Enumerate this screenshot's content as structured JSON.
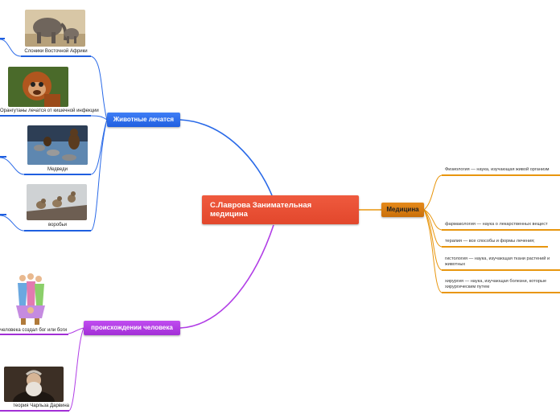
{
  "central": {
    "title_line1": "С.Лаврова Занимательная",
    "title_line2": "медицина"
  },
  "branches": {
    "animals": {
      "label": "Животные лечатся",
      "color": "#2a6ae8",
      "items": [
        {
          "caption": "Слоники Восточной Африки",
          "image": "elephants-photo"
        },
        {
          "caption": "Орангутаны лечатся от кишечной инфекции",
          "image": "orangutan-photo"
        },
        {
          "caption": "Медведи",
          "image": "bears-photo"
        },
        {
          "caption": "воробьи",
          "image": "sparrows-photo"
        }
      ]
    },
    "origin": {
      "label": "происхождении человека",
      "color": "#b13ee6",
      "items": [
        {
          "caption": "человека создал бог или боги",
          "image": "gods-illustration"
        },
        {
          "caption": "теория Чарльза Дарвина",
          "image": "darwin-portrait"
        }
      ]
    },
    "medicine": {
      "label": "Медицина",
      "color": "#e8960e",
      "items": [
        {
          "line1": "Физиология — наука, изучающая живой организм",
          "line2": ""
        },
        {
          "line1": "фармакология — наука о лекарственных вещест",
          "line2": ""
        },
        {
          "line1": "терапия — все способы и формы лечения;",
          "line2": ""
        },
        {
          "line1": "гистология — наука, изучающая ткани растений и",
          "line2": "животных"
        },
        {
          "line1": "хирургия — наука, изучающая болезни, которые",
          "line2": "хирургическим путем"
        }
      ]
    }
  }
}
